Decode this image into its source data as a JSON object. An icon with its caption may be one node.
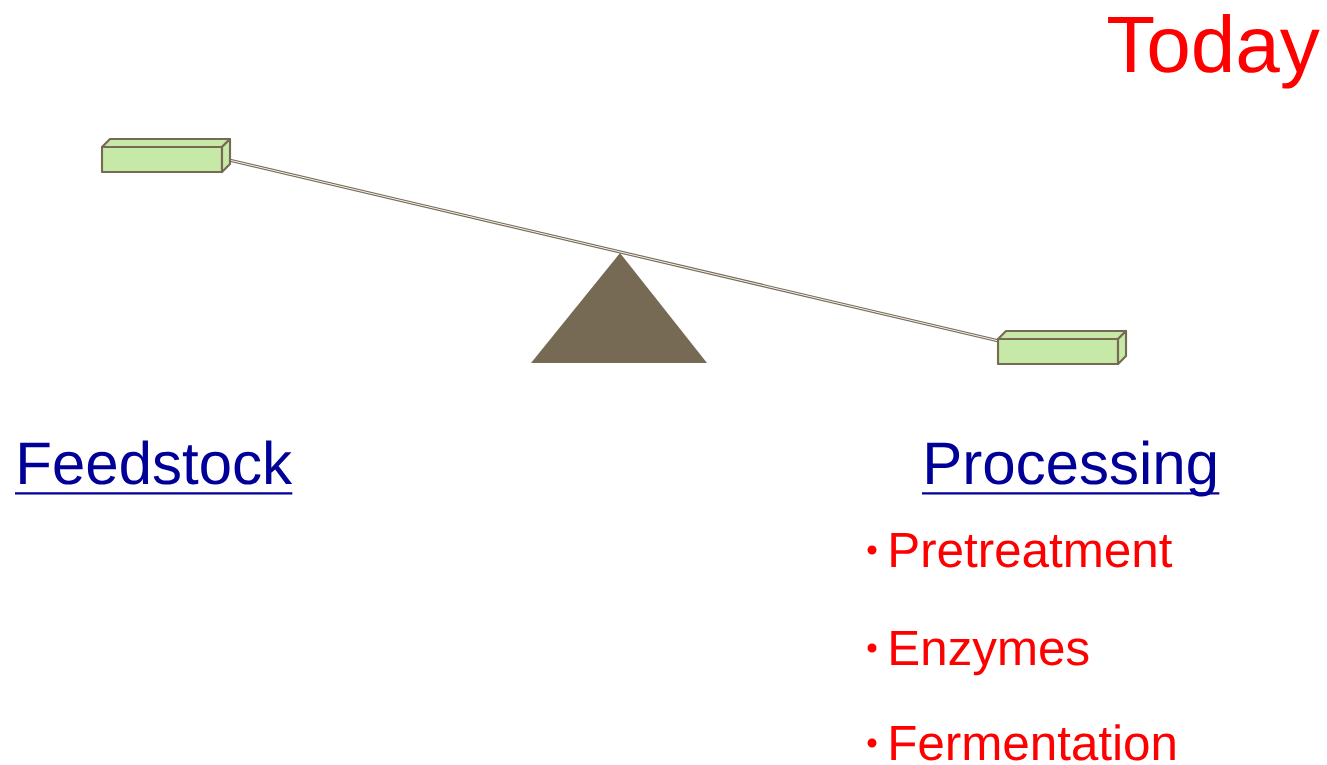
{
  "diagram": {
    "title": "Today",
    "labels": [
      "Feedstock",
      "Processing",
      "Pretreatment",
      "Enzymes",
      "Fermentation"
    ]
  }
}
